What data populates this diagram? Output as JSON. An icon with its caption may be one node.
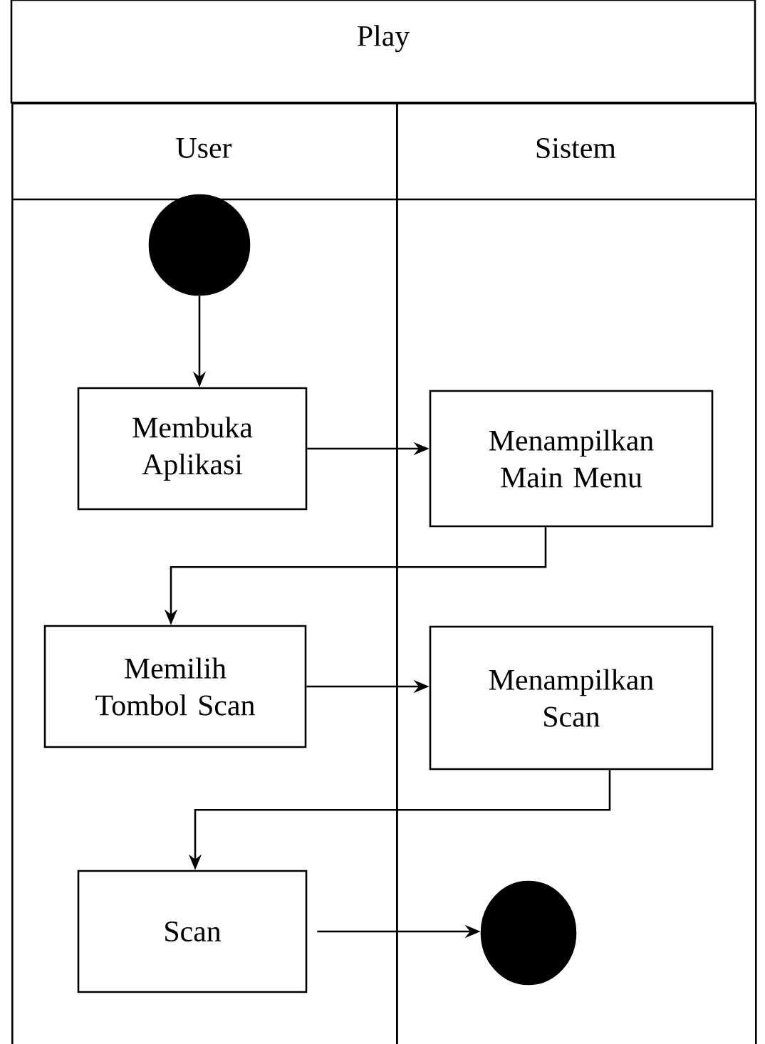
{
  "diagram": {
    "title": "Play",
    "nodes": [
      {
        "text": [
          "User"
        ]
      },
      {
        "text": [
          "Sistem"
        ]
      },
      {
        "text": [],
        "shape": "circle",
        "in": 0
      },
      {
        "text": [
          "Membuka Aplikasi"
        ],
        "in": 0
      },
      {
        "text": [
          "Menampilkan Main Menu"
        ],
        "in": 1
      },
      {
        "text": [
          "Memilih Tombol Scan"
        ],
        "in": 0
      },
      {
        "text": [
          "Menampilkan Scan"
        ],
        "in": 1
      },
      {
        "text": [
          "Scan"
        ],
        "in": 0
      },
      {
        "text": [],
        "shape": "circle",
        "in": 1
      }
    ],
    "edges": [
      {
        "from": 2,
        "to": 3,
        "arrow": "to"
      },
      {
        "from": 3,
        "to": 4,
        "arrow": "to"
      },
      {
        "from": 4,
        "to": 5,
        "arrow": "to"
      },
      {
        "from": 5,
        "to": 6,
        "arrow": "to"
      },
      {
        "from": 6,
        "to": 7,
        "arrow": "to"
      },
      {
        "from": 7,
        "to": 8,
        "arrow": "to"
      }
    ]
  }
}
